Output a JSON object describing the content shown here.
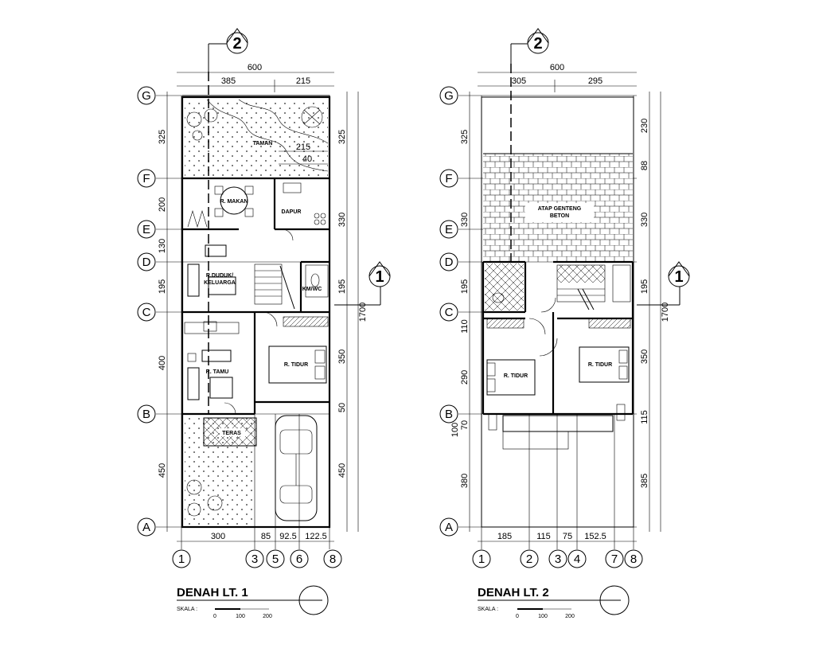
{
  "plan1": {
    "title": "DENAH LT. 1",
    "scale_label": "SKALA :",
    "scale_ticks": [
      "0",
      "100",
      "200"
    ],
    "grid_rows": [
      "G",
      "F",
      "E",
      "D",
      "C",
      "B",
      "A"
    ],
    "grid_cols": [
      "1",
      "3",
      "5",
      "6",
      "8"
    ],
    "dim_top_total": "600",
    "dim_top": [
      "385",
      "215"
    ],
    "dim_left": [
      "325",
      "200",
      "130",
      "195",
      "400",
      "450"
    ],
    "dim_right": [
      "325",
      "330",
      "195",
      "350",
      "50",
      "450"
    ],
    "dim_total_vertical": "1700",
    "dim_bottom": [
      "300",
      "85",
      "92.5",
      "122.5"
    ],
    "dim_inner": [
      "215",
      "40"
    ],
    "rooms": {
      "taman": "TAMAN",
      "makan": "R. MAKAN",
      "dapur": "DAPUR",
      "duduk": "R.DUDUK/",
      "keluarga": "KELUARGA",
      "kmwc": "KM/WC",
      "tidur": "R. TIDUR",
      "tamu": "R. TAMU",
      "teras": "TERAS"
    },
    "section_v": "2",
    "section_h": "1"
  },
  "plan2": {
    "title": "DENAH LT. 2",
    "scale_label": "SKALA :",
    "scale_ticks": [
      "0",
      "100",
      "200"
    ],
    "grid_rows": [
      "G",
      "F",
      "E",
      "D",
      "C",
      "B",
      "A"
    ],
    "grid_cols": [
      "1",
      "2",
      "3",
      "4",
      "7",
      "8"
    ],
    "dim_top_total": "600",
    "dim_top": [
      "305",
      "295"
    ],
    "dim_left": [
      "325",
      "330",
      "195",
      "110",
      "290",
      "70",
      "100",
      "380"
    ],
    "dim_right": [
      "230",
      "88",
      "330",
      "195",
      "350",
      "115",
      "385"
    ],
    "dim_total_vertical": "1700",
    "dim_bottom": [
      "185",
      "115",
      "75",
      "152.5"
    ],
    "rooms": {
      "atap1": "ATAP GENTENG",
      "atap2": "BETON",
      "tidur1": "R. TIDUR",
      "tidur2": "R. TIDUR"
    },
    "section_v": "2",
    "section_h": "1"
  }
}
